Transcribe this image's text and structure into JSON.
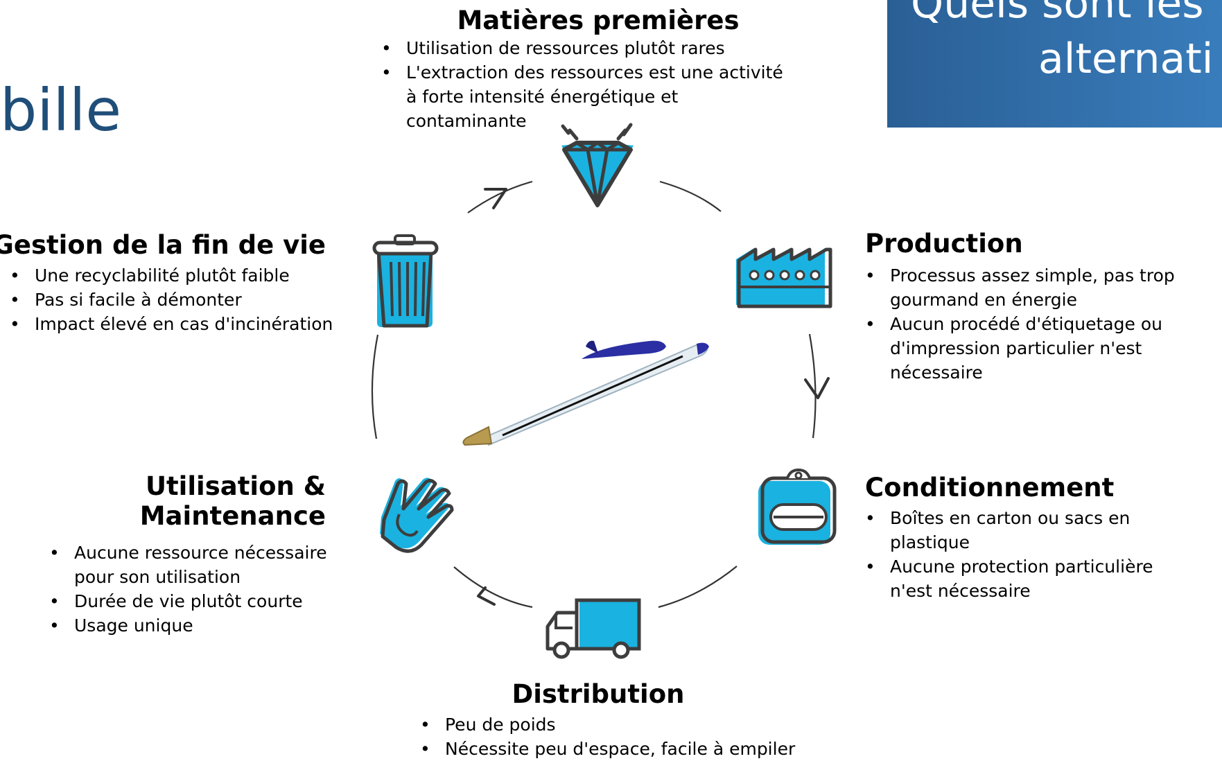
{
  "title_partial": "bille",
  "banner": {
    "line1": "Quels sont les",
    "line2": "alternati"
  },
  "stages": {
    "raw_materials": {
      "heading": "Matières premières",
      "bullets": [
        "Utilisation de ressources plutôt rares",
        "L'extraction des ressources est une activité à forte intensité énergétique et contaminante"
      ]
    },
    "production": {
      "heading": "Production",
      "bullets": [
        "Processus assez simple, pas trop gourmand en énergie",
        "Aucun procédé d'étiquetage ou d'impression particulier n'est nécessaire"
      ]
    },
    "packaging": {
      "heading": "Conditionnement",
      "bullets": [
        "Boîtes en carton ou sacs en plastique",
        "Aucune protection particulière n'est nécessaire"
      ]
    },
    "distribution": {
      "heading": "Distribution",
      "bullets": [
        "Peu de poids",
        "Nécessite peu d'espace, facile à empiler"
      ]
    },
    "use": {
      "heading_line1": "Utilisation &",
      "heading_line2": "Maintenance",
      "bullets": [
        "Aucune ressource nécessaire pour son utilisation",
        "Durée de vie plutôt courte",
        "Usage unique"
      ]
    },
    "end_of_life": {
      "heading": "Gestion de la fin de vie",
      "bullets": [
        "Une recyclabilité plutôt faible",
        "Pas si facile à démonter",
        "Impact élevé en cas d'incinération"
      ]
    }
  },
  "icons": [
    "diamond-icon",
    "factory-icon",
    "package-icon",
    "truck-icon",
    "hand-icon",
    "trash-icon",
    "pen-image"
  ],
  "colors": {
    "accent": "#1ab2e0",
    "outline": "#3d3d3d",
    "title": "#1f4e79",
    "banner": "#2a6aa8"
  }
}
